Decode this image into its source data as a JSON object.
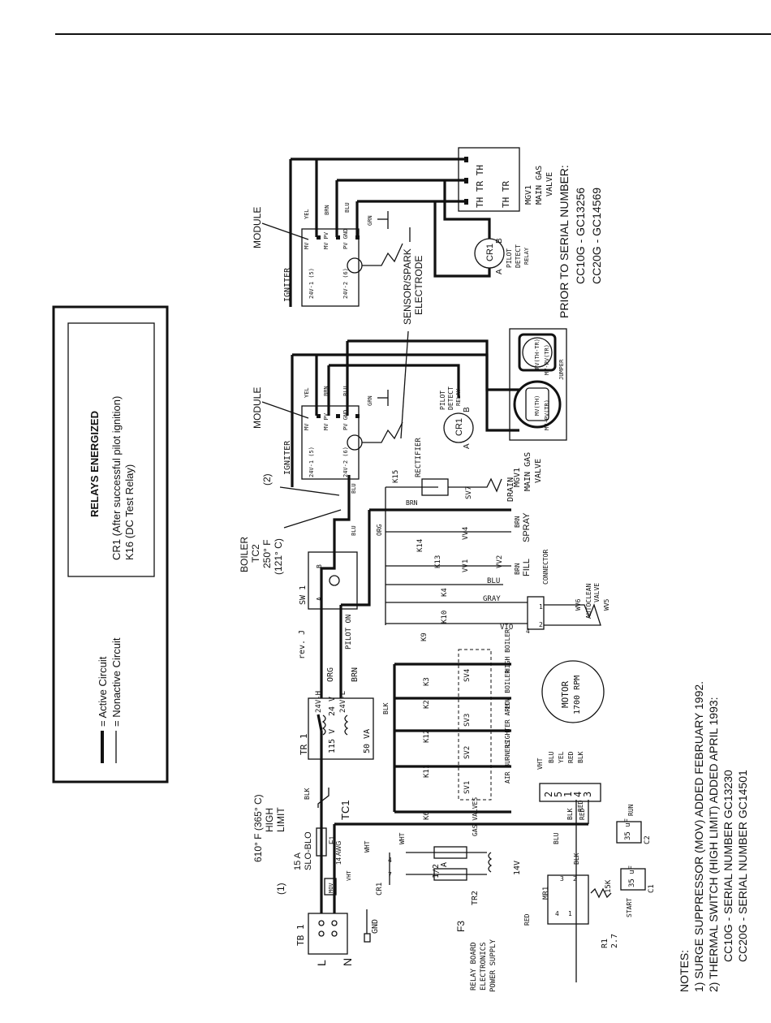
{
  "legend": {
    "active": "= Active Circuit",
    "nonactive": "= Nonactive Circuit",
    "relays_title": "RELAYS ENERGIZED",
    "relay_cr1": "CR1  (After successful pilot ignition)",
    "relay_k16": "K16  (DC Test Relay)"
  },
  "labels": {
    "module": "MODULE",
    "igniter": "IGNITER",
    "sensor": "SENSOR/SPARK",
    "electrode": "ELECTRODE",
    "mgv1": "MGV1",
    "main_gas": "MAIN GAS",
    "valve": "VALVE",
    "th_tr_th": "TH TR TH",
    "th_tr": "TH  TR",
    "pilot": "PILOT",
    "detect": "DETECT",
    "relay": "RELAY",
    "cr1": "CR1",
    "a": "A",
    "b": "B",
    "yel": "YEL",
    "brn": "BRN",
    "blu": "BLU",
    "grn": "GRN",
    "org": "ORG",
    "mv": "MV",
    "mv_pv": "MV PV",
    "pv_gnd": "PV GND",
    "v24_1": "24V-1 (5)",
    "v24_2": "24V-2 (6)",
    "pv_th_tr": "PV(TH-TR)",
    "mv_pv_tr": "MV-PV(TR)",
    "mv_th": "MV(TH)",
    "jumper": "JUMPER",
    "prior": "PRIOR TO SERIAL NUMBER:",
    "prior_cc10": "CC10G - GC13256",
    "prior_cc20": "CC20G - GC14569",
    "boiler": "BOILER",
    "tc2": "TC2",
    "tc2_f": "250° F",
    "tc2_c": "(121° C)",
    "note2_ref": "(2)",
    "note1_ref": "(1)",
    "k15": "K15",
    "rectifier": "RECTIFIER",
    "drain": "DRAIN",
    "sv7": "SV7",
    "spray": "SPRAY",
    "fill": "FILL",
    "k14": "K14",
    "k13": "K13",
    "k4": "K4",
    "k10": "K10",
    "k9": "K9",
    "vv4": "VV4",
    "vv1": "VV1",
    "vv2": "VV2",
    "gray": "GRAY",
    "vio": "VIO",
    "connector": "CONNECTOR",
    "wv6": "WV6",
    "autoclean": "AUTOCLEAN",
    "wv5": "WV5",
    "sw1": "SW 1",
    "pilot_on": "PILOT ON",
    "rev_j": "rev. J",
    "k3": "K3",
    "k2": "K2",
    "k12": "K12",
    "k11": "K11",
    "k6": "K6",
    "sv4": "SV4",
    "sv3": "SV3",
    "sv2": "SV2",
    "sv1": "SV1",
    "high_boiler": "HIGH BOILER",
    "low_boiler": "LOW BOILER",
    "lighter_arm": "LIGHTER ARM",
    "air_burners": "AIR BURNERS",
    "gas_valves": "GAS VALVES",
    "motor": "MOTOR",
    "rpm": "1700 RPM",
    "vht": "VHT",
    "red": "RED",
    "blk": "BLK",
    "tr1": "TR 1",
    "v24h": "24V-H",
    "v24l": "24V-L",
    "v115": "115 V",
    "v24": "24 V",
    "va50": "50 VA",
    "wht": "WHT",
    "high_limit_temp": "610° F (365° C)",
    "high": "HIGH",
    "limit": "LIMIT",
    "tc1": "TC1",
    "fuse_a": "15 A",
    "slo_blo": "SLO-BLO",
    "f1": "F1",
    "awg": "14 AWG",
    "mov": "MOV",
    "tb1": "TB 1",
    "l": "L",
    "n": "N",
    "gnd": "GND",
    "cr1_contact": "CR1",
    "half": "1/2",
    "tr2": "TR2",
    "f3": "F3",
    "v14": "14V",
    "relay_board": "RELAY BOARD",
    "electronics": "ELECTRONICS",
    "power_supply": "POWER SUPPLY",
    "mr1": "MR1",
    "r1": "R1",
    "r1_val": "2.7",
    "k15ohm": "15K",
    "c1": "C1",
    "c1_val": "35 uF",
    "start": "START",
    "c2": "C2",
    "c2_val": "35 uF",
    "run": "RUN",
    "pin_1": "1",
    "pin_2": "2",
    "pin_3": "3",
    "pin_4": "4",
    "pin_5": "5",
    "pin_7": "7"
  },
  "notes": {
    "title": "NOTES:",
    "n1": "1) SURGE SUPPRESSOR (MOV) ADDED FEBRUARY 1992.",
    "n2": "2) THERMAL SWITCH (HIGH LIMIT) ADDED APRIL 1993:",
    "n2a": "CC10G - SERIAL NUMBER GC13230",
    "n2b": "CC20G - SERIAL NUMBER GC14501"
  }
}
